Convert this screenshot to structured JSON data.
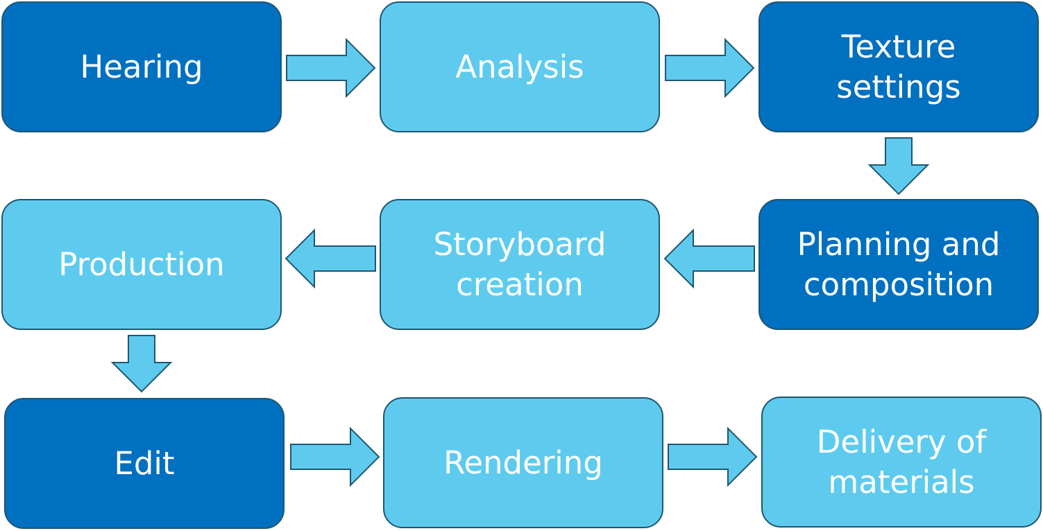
{
  "diagram": {
    "steps": [
      {
        "label": "Hearing",
        "style": "dark"
      },
      {
        "label": "Analysis",
        "style": "light"
      },
      {
        "label": "Texture\nsettings",
        "style": "dark"
      },
      {
        "label": "Planning and\ncomposition",
        "style": "dark"
      },
      {
        "label": "Storyboard\ncreation",
        "style": "light"
      },
      {
        "label": "Production",
        "style": "light"
      },
      {
        "label": "Edit",
        "style": "dark"
      },
      {
        "label": "Rendering",
        "style": "light"
      },
      {
        "label": "Delivery of\nmaterials",
        "style": "light"
      }
    ],
    "colors": {
      "dark_box": "#0070c0",
      "light_box": "#5ecbee",
      "arrow_fill": "#5ecbee",
      "outline": "#1f5670",
      "text": "#ffffff"
    }
  }
}
